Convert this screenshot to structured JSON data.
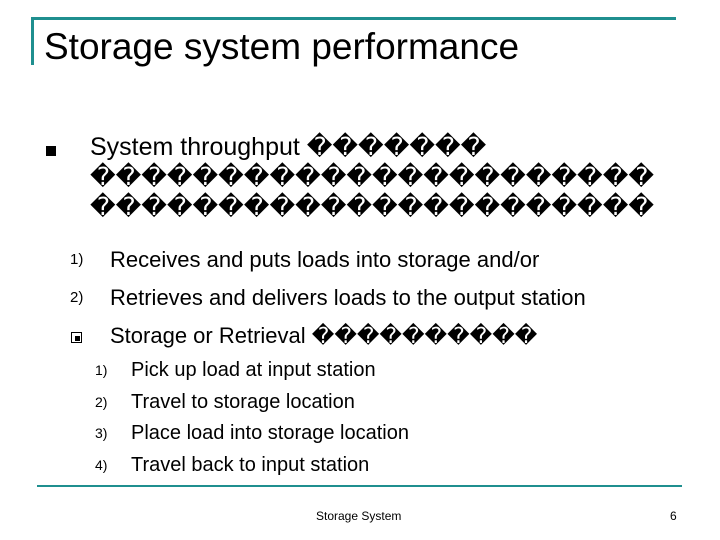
{
  "slide": {
    "title": "Storage system performance",
    "main_point": {
      "lines": [
        "System throughput �������",
        "����������������������",
        "����������������������"
      ]
    },
    "sub_points": [
      {
        "marker": "1)",
        "text": "Receives and puts loads into storage and/or"
      },
      {
        "marker": "2)",
        "text": "Retrieves and delivers loads to the output station"
      },
      {
        "marker": "",
        "text": "Storage or Retrieval ����������"
      }
    ],
    "steps": [
      {
        "marker": "1)",
        "text": "Pick up load at input station"
      },
      {
        "marker": "2)",
        "text": "Travel to storage location"
      },
      {
        "marker": "3)",
        "text": "Place load into storage location"
      },
      {
        "marker": "4)",
        "text": "Travel back to input station"
      }
    ]
  },
  "footer": {
    "label": "Storage System",
    "page_number": "6"
  },
  "colors": {
    "accent": "#1f8f8f",
    "text": "#000000",
    "background": "#ffffff"
  }
}
